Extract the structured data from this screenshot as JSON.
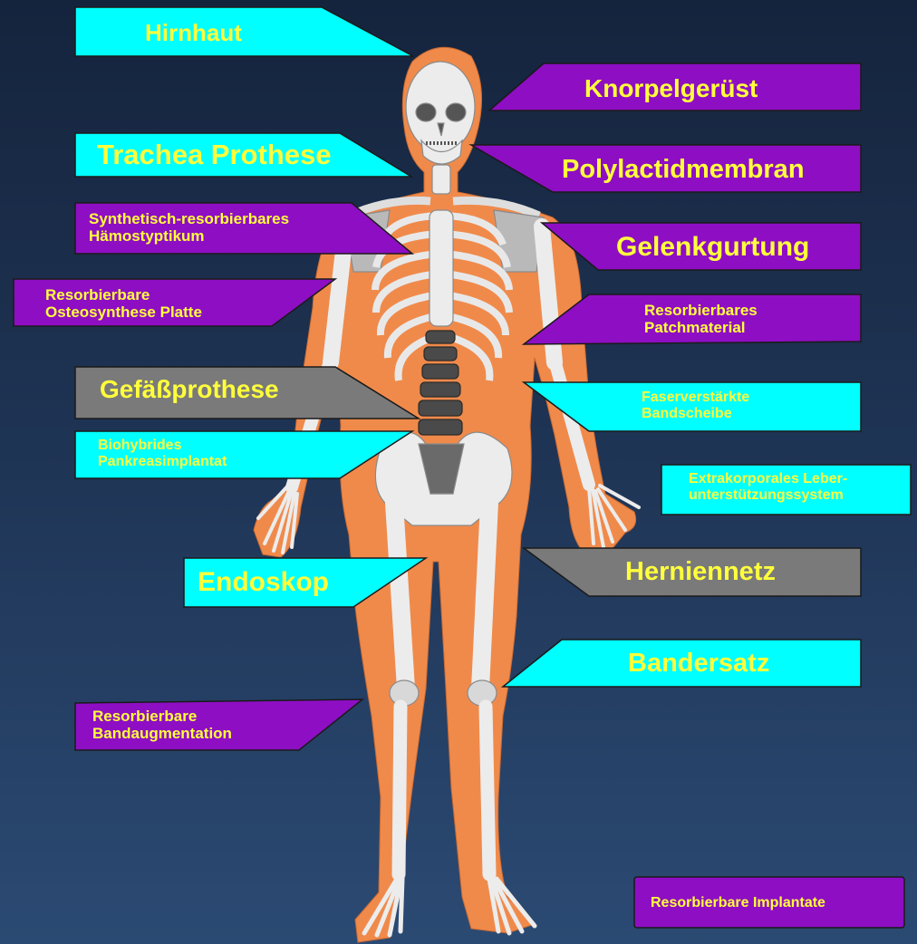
{
  "colors": {
    "background_top": "#15243d",
    "background_bottom": "#2b4a73",
    "body": "#f08a4b",
    "bone": "#ececec",
    "spine": "#4a4a4a",
    "cyan_label": "#00ffff",
    "purple_label": "#8e0ec4",
    "gray_label": "#7a7a7a",
    "label_text": "#ffff3c"
  },
  "labels": {
    "hirnhaut": "Hirnhaut",
    "knorpelgeruest": "Knorpelgerüst",
    "trachea_prothese": "Trachea Prothese",
    "polylactidmembran": "Polylactidmembran",
    "haemostyptikum_1": "Synthetisch-resorbierbares",
    "haemostyptikum_2": "Hämostyptikum",
    "gelenkgurtung": "Gelenkgurtung",
    "osteosynthese_1": "Resorbierbare",
    "osteosynthese_2": "Osteosynthese Platte",
    "patchmaterial_1": "Resorbierbares",
    "patchmaterial_2": "Patchmaterial",
    "gefaessprothese": "Gefäßprothese",
    "bandscheibe_1": "Faserverstärkte",
    "bandscheibe_2": "Bandscheibe",
    "pankreas_1": "Biohybrides",
    "pankreas_2": "Pankreasimplantat",
    "leber_1": "Extrakorporales Leber-",
    "leber_2": "unterstützungssystem",
    "endoskop": "Endoskop",
    "herniennetz": "Herniennetz",
    "bandersatz": "Bandersatz",
    "bandaugmentation_1": "Resorbierbare",
    "bandaugmentation_2": "Bandaugmentation"
  },
  "legend": {
    "label": "Resorbierbare Implantate"
  }
}
